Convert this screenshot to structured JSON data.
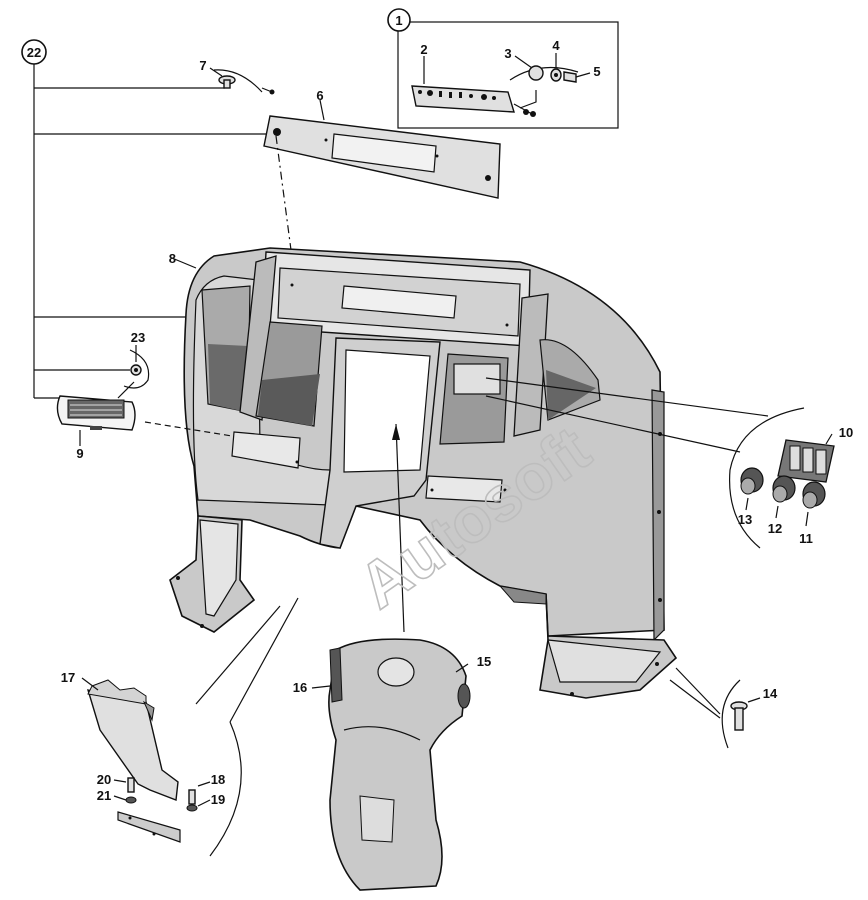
{
  "watermark": "Autosoft",
  "callouts": {
    "c1": "1",
    "c2": "2",
    "c3": "3",
    "c4": "4",
    "c5": "5",
    "c6": "6",
    "c7": "7",
    "c8": "8",
    "c9": "9",
    "c10": "10",
    "c11": "11",
    "c12": "12",
    "c13": "13",
    "c14": "14",
    "c15": "15",
    "c16": "16",
    "c17": "17",
    "c18": "18",
    "c19": "19",
    "c20": "20",
    "c21": "21",
    "c22": "22",
    "c23": "23"
  }
}
